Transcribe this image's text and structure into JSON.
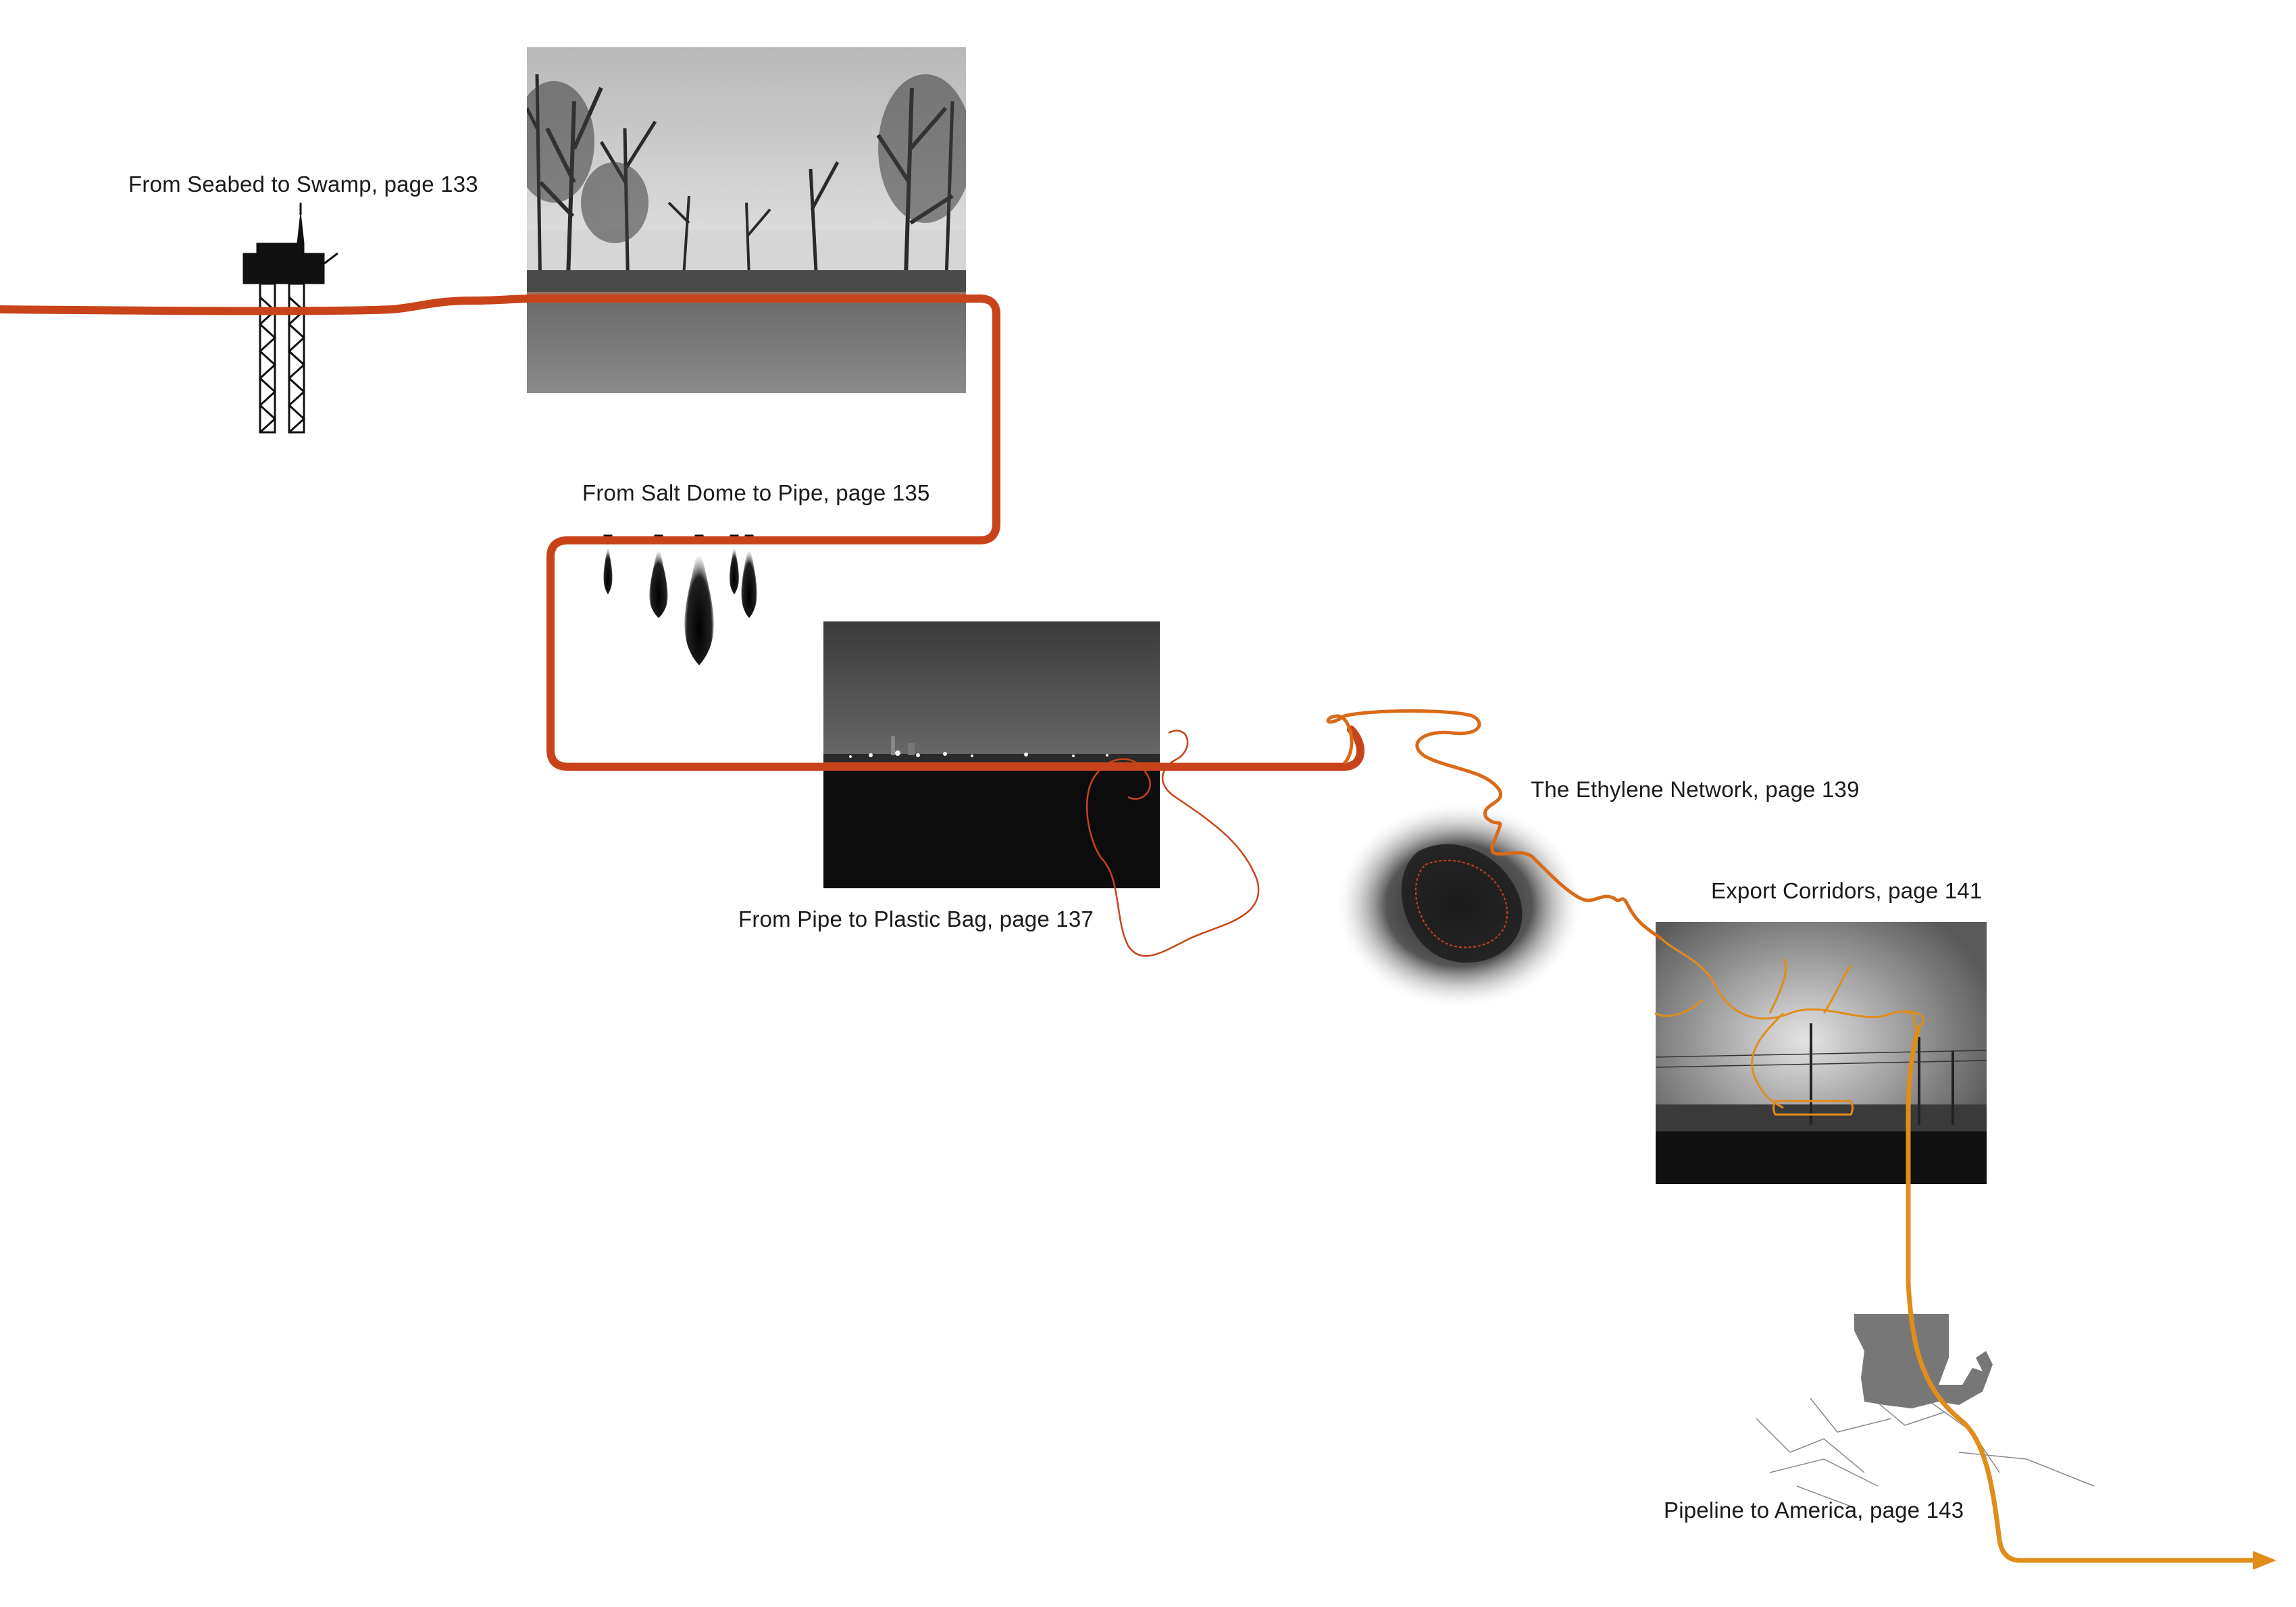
{
  "stations": [
    {
      "id": "seabed",
      "label": "From Seabed to Swamp, page 133"
    },
    {
      "id": "saltdome",
      "label": "From Salt Dome to Pipe, page 135"
    },
    {
      "id": "plastic",
      "label": "From Pipe to Plastic Bag, page 137"
    },
    {
      "id": "ethylene",
      "label": "The Ethylene Network, page 139"
    },
    {
      "id": "export",
      "label": "Export Corridors, page 141"
    },
    {
      "id": "pipeline",
      "label": "Pipeline to America, page 143"
    }
  ],
  "colors": {
    "pipe_dark_orange": "#c8431a",
    "pipe_orange": "#d96a18",
    "pipe_amber": "#e08d1a",
    "text": "#1a1a1a"
  },
  "icons": [
    "oil-platform-icon",
    "salt-dome-icon",
    "louisiana-map-icon",
    "arrow-head-icon"
  ]
}
